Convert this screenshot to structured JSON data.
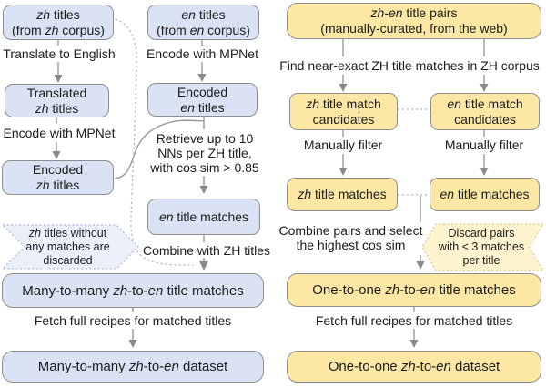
{
  "colors": {
    "blue_fill": "#dae3f3",
    "yellow_fill": "#fce8a4",
    "callout_blue": "#eaeff9",
    "callout_yellow": "#fdf3cf",
    "callout_blue_border": "#a9bad8",
    "callout_yellow_border": "#dcc98c",
    "border_gray": "#8e8e8e",
    "line_gray": "#999999",
    "arrow_gray": "#8a8a8a",
    "dotted_gray": "#b3b3b3"
  },
  "left_pipeline": {
    "boxes": {
      "zh_titles": {
        "l1": [
          {
            "t": "zh",
            "i": true
          },
          {
            "t": " titles",
            "i": false
          }
        ],
        "l2": [
          {
            "t": "(from ",
            "i": false
          },
          {
            "t": "zh",
            "i": true
          },
          {
            "t": " corpus)",
            "i": false
          }
        ]
      },
      "translated": {
        "l1": [
          {
            "t": "Translated",
            "i": false
          }
        ],
        "l2": [
          {
            "t": "zh",
            "i": true
          },
          {
            "t": " titles",
            "i": false
          }
        ]
      },
      "encoded_zh": {
        "l1": [
          {
            "t": "Encoded",
            "i": false
          }
        ],
        "l2": [
          {
            "t": "zh",
            "i": true
          },
          {
            "t": " titles",
            "i": false
          }
        ]
      },
      "en_titles": {
        "l1": [
          {
            "t": "en",
            "i": true
          },
          {
            "t": " titles",
            "i": false
          }
        ],
        "l2": [
          {
            "t": "(from ",
            "i": false
          },
          {
            "t": "en",
            "i": true
          },
          {
            "t": " corpus)",
            "i": false
          }
        ]
      },
      "encoded_en": {
        "l1": [
          {
            "t": "Encoded",
            "i": false
          }
        ],
        "l2": [
          {
            "t": "en",
            "i": true
          },
          {
            "t": " titles",
            "i": false
          }
        ]
      },
      "en_title_matches": {
        "l1": [
          {
            "t": "en",
            "i": true
          },
          {
            "t": " title matches",
            "i": false
          }
        ]
      },
      "many_matches": {
        "l1": [
          {
            "t": "Many-to-many ",
            "i": false
          },
          {
            "t": "zh",
            "i": true
          },
          {
            "t": "-to-",
            "i": false
          },
          {
            "t": "en",
            "i": true
          },
          {
            "t": " title matches",
            "i": false
          }
        ]
      },
      "many_dataset": {
        "l1": [
          {
            "t": "Many-to-many ",
            "i": false
          },
          {
            "t": "zh",
            "i": true
          },
          {
            "t": "-to-",
            "i": false
          },
          {
            "t": "en",
            "i": true
          },
          {
            "t": " dataset",
            "i": false
          }
        ]
      }
    },
    "labels": {
      "translate": "Translate to English",
      "encode_mpnet_1": "Encode with MPNet",
      "encode_mpnet_2": "Encode with MPNet",
      "retrieve_l1": "Retrieve up to 10",
      "retrieve_l2": "NNs per ZH title,",
      "retrieve_l3": "with cos sim > 0.85",
      "combine_zh": "Combine with ZH titles",
      "fetch": "Fetch full recipes for matched titles"
    },
    "callout": {
      "l1": [
        {
          "t": "zh",
          "i": true
        },
        {
          "t": " titles without",
          "i": false
        }
      ],
      "l2": "any matches are",
      "l3": "discarded"
    }
  },
  "right_pipeline": {
    "boxes": {
      "pairs": {
        "l1": [
          {
            "t": "zh-en",
            "i": true
          },
          {
            "t": " title pairs",
            "i": false
          }
        ],
        "l2": [
          {
            "t": "(manually-curated, from the web)",
            "i": false
          }
        ]
      },
      "zh_candidates": {
        "l1": [
          {
            "t": "zh",
            "i": true
          },
          {
            "t": " title match",
            "i": false
          }
        ],
        "l2": [
          {
            "t": "candidates",
            "i": false
          }
        ]
      },
      "en_candidates": {
        "l1": [
          {
            "t": "en",
            "i": true
          },
          {
            "t": " title match",
            "i": false
          }
        ],
        "l2": [
          {
            "t": "candidates",
            "i": false
          }
        ]
      },
      "zh_matches": {
        "l1": [
          {
            "t": "zh",
            "i": true
          },
          {
            "t": " title matches",
            "i": false
          }
        ]
      },
      "en_matches": {
        "l1": [
          {
            "t": "en",
            "i": true
          },
          {
            "t": " title matches",
            "i": false
          }
        ]
      },
      "one_matches": {
        "l1": [
          {
            "t": "One-to-one ",
            "i": false
          },
          {
            "t": "zh",
            "i": true
          },
          {
            "t": "-to-",
            "i": false
          },
          {
            "t": "en",
            "i": true
          },
          {
            "t": " title matches",
            "i": false
          }
        ]
      },
      "one_dataset": {
        "l1": [
          {
            "t": "One-to-one ",
            "i": false
          },
          {
            "t": "zh",
            "i": true
          },
          {
            "t": "-to-",
            "i": false
          },
          {
            "t": "en",
            "i": true
          },
          {
            "t": " dataset",
            "i": false
          }
        ]
      }
    },
    "labels": {
      "find": "Find near-exact ZH title matches in ZH corpus",
      "manually_filter_left": "Manually filter",
      "manually_filter_right": "Manually filter",
      "combine_l1": "Combine pairs and select",
      "combine_l2": "the highest cos sim",
      "fetch": "Fetch full recipes for matched titles"
    },
    "callout": {
      "l1": "Discard pairs",
      "l2": "with < 3 matches",
      "l3": "per title"
    }
  }
}
